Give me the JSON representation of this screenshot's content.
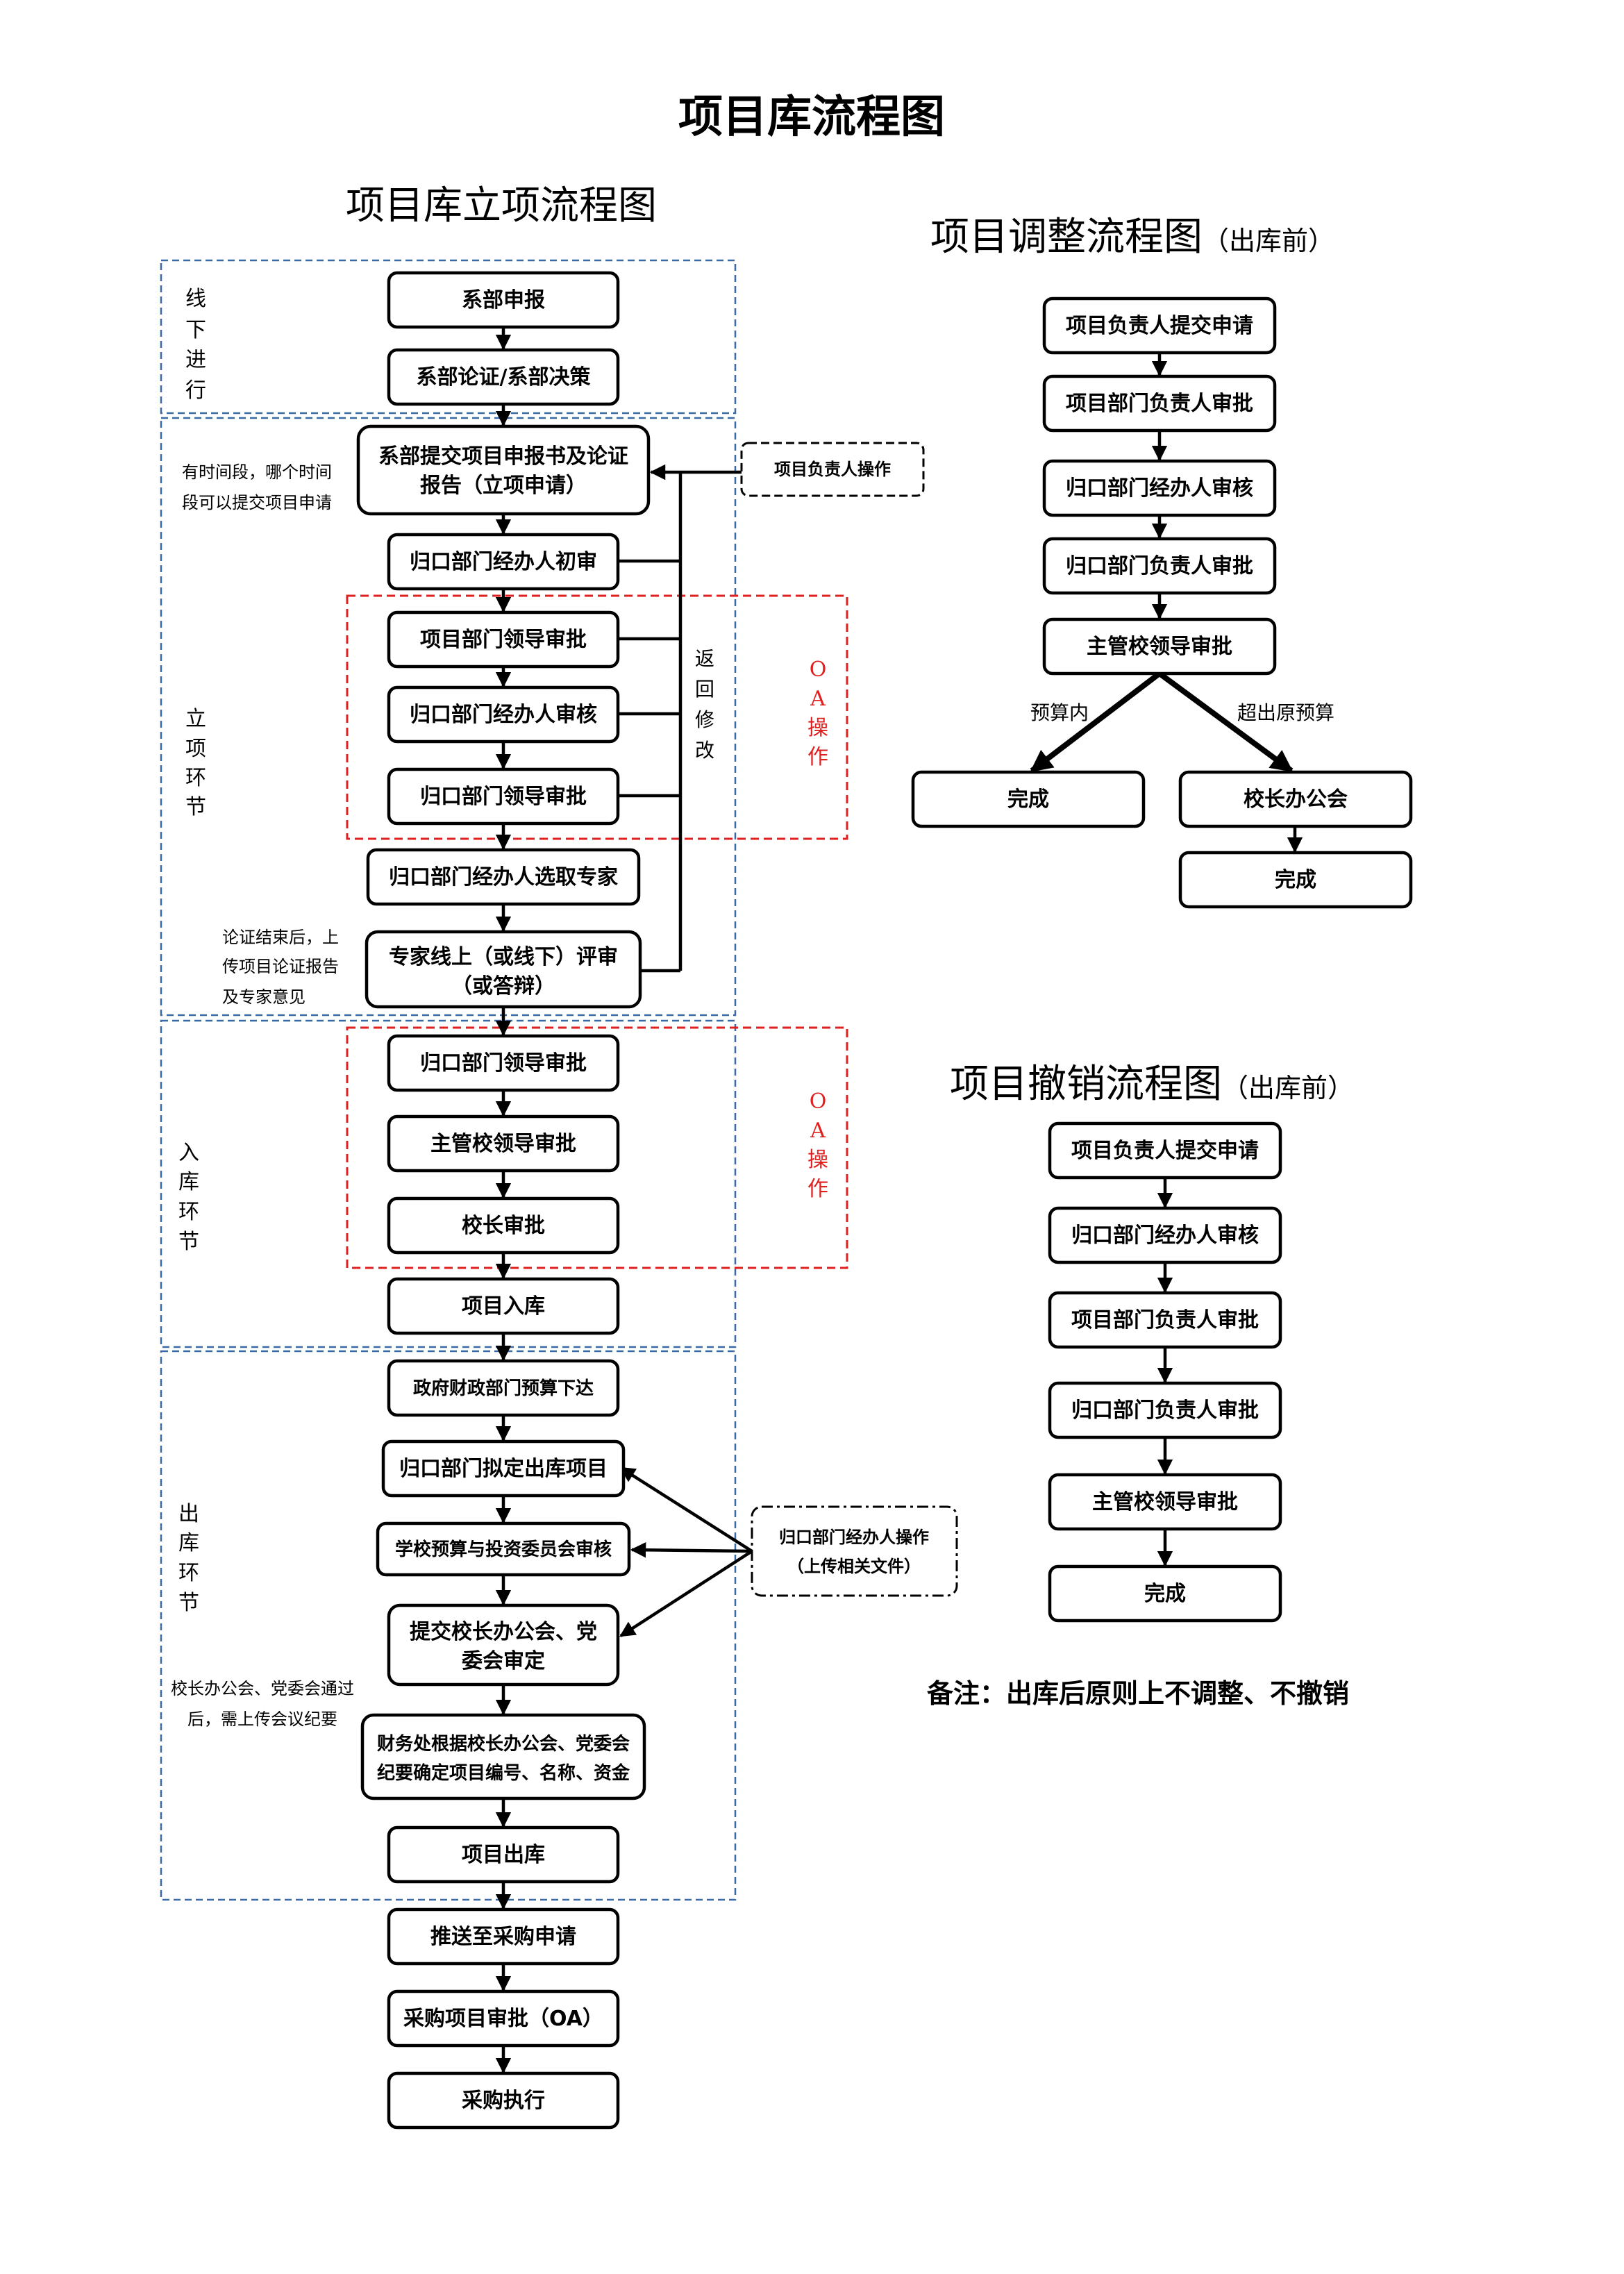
{
  "title": "项目库流程图",
  "approval_flow": {
    "title": "项目库立项流程图",
    "stages": [
      {
        "label": "线下进行",
        "chars": [
          "线",
          "下",
          "进",
          "行"
        ]
      },
      {
        "label": "立项环节",
        "chars": [
          "立",
          "项",
          "环",
          "节"
        ]
      },
      {
        "label": "入库环节",
        "chars": [
          "入",
          "库",
          "环",
          "节"
        ]
      },
      {
        "label": "出库环节",
        "chars": [
          "出",
          "库",
          "环",
          "节"
        ]
      }
    ],
    "steps": [
      [
        "系部申报"
      ],
      [
        "系部论证/系部决策"
      ],
      [
        "系部提交项目申报书及论证",
        "报告（立项申请）"
      ],
      [
        "归口部门经办人初审"
      ],
      [
        "项目部门领导审批"
      ],
      [
        "归口部门经办人审核"
      ],
      [
        "归口部门领导审批"
      ],
      [
        "归口部门经办人选取专家"
      ],
      [
        "专家线上（或线下）评审",
        "（或答辩）"
      ],
      [
        "归口部门领导审批"
      ],
      [
        "主管校领导审批"
      ],
      [
        "校长审批"
      ],
      [
        "项目入库"
      ],
      [
        "政府财政部门预算下达"
      ],
      [
        "归口部门拟定出库项目"
      ],
      [
        "学校预算与投资委员会审核"
      ],
      [
        "提交校长办公会、党",
        "委会审定"
      ],
      [
        "财务处根据校长办公会、党委会",
        "纪要确定项目编号、名称、资金"
      ],
      [
        "项目出库"
      ],
      [
        "推送至采购申请"
      ],
      [
        "采购项目审批（OA）"
      ],
      [
        "采购执行"
      ]
    ],
    "notes": {
      "submit_time": [
        "有时间段，哪个时间",
        "段可以提交项目申请"
      ],
      "after_review": [
        "论证结束后，上",
        "传项目论证报告",
        "及专家意见"
      ],
      "after_meeting": [
        "校长办公会、党委会通过",
        "后，需上传会议纪要"
      ]
    },
    "side_boxes": {
      "owner_op": "项目负责人操作",
      "handler_op": [
        "归口部门经办人操作",
        "（上传相关文件）"
      ]
    },
    "return_label": [
      "返",
      "回",
      "修",
      "改"
    ],
    "oa_label": [
      "O",
      "A",
      "操",
      "作"
    ]
  },
  "adjust_flow": {
    "title": "项目调整流程图",
    "title_suffix": "（出库前）",
    "steps": [
      "项目负责人提交申请",
      "项目部门负责人审批",
      "归口部门经办人审核",
      "归口部门负责人审批",
      "主管校领导审批"
    ],
    "branch_left_label": "预算内",
    "branch_right_label": "超出原预算",
    "left_end": "完成",
    "right_step": "校长办公会",
    "right_end": "完成"
  },
  "revoke_flow": {
    "title": "项目撤销流程图",
    "title_suffix": "（出库前）",
    "steps": [
      "项目负责人提交申请",
      "归口部门经办人审核",
      "项目部门负责人审批",
      "归口部门负责人审批",
      "主管校领导审批",
      "完成"
    ]
  },
  "remark": "备注：出库后原则上不调整、不撤销"
}
